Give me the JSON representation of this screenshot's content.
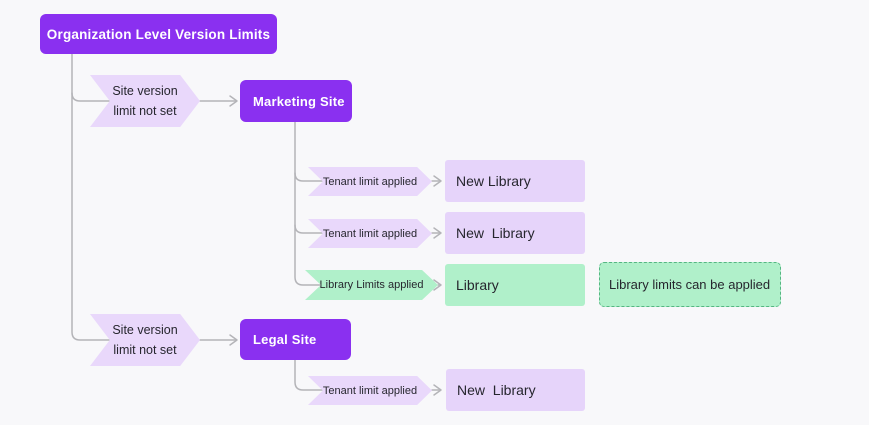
{
  "colors": {
    "purple": "#8a30f0",
    "lavender": "#e6d4fa",
    "lavender-chevron": "#e9d8fb",
    "green": "#b0f0ca",
    "green-border": "#55b682",
    "connector": "#b4b4b8",
    "text-dark": "#26262e",
    "background": "#f8f8fa"
  },
  "diagram": {
    "root_label": "Organization Level Version Limits",
    "branches": [
      {
        "condition_label": "Site version limit not set",
        "site_label": "Marketing Site",
        "children": [
          {
            "edge_label": "Tenant limit applied",
            "node_label": "New Library"
          },
          {
            "edge_label": "Tenant limit applied",
            "node_label": "New  Library"
          },
          {
            "edge_label": "Library Limits applied",
            "node_label": "Library"
          }
        ],
        "annotation": "Library limits can be applied"
      },
      {
        "condition_label": "Site version limit not set",
        "site_label": "Legal Site",
        "children": [
          {
            "edge_label": "Tenant limit applied",
            "node_label": "New  Library"
          }
        ]
      }
    ]
  }
}
